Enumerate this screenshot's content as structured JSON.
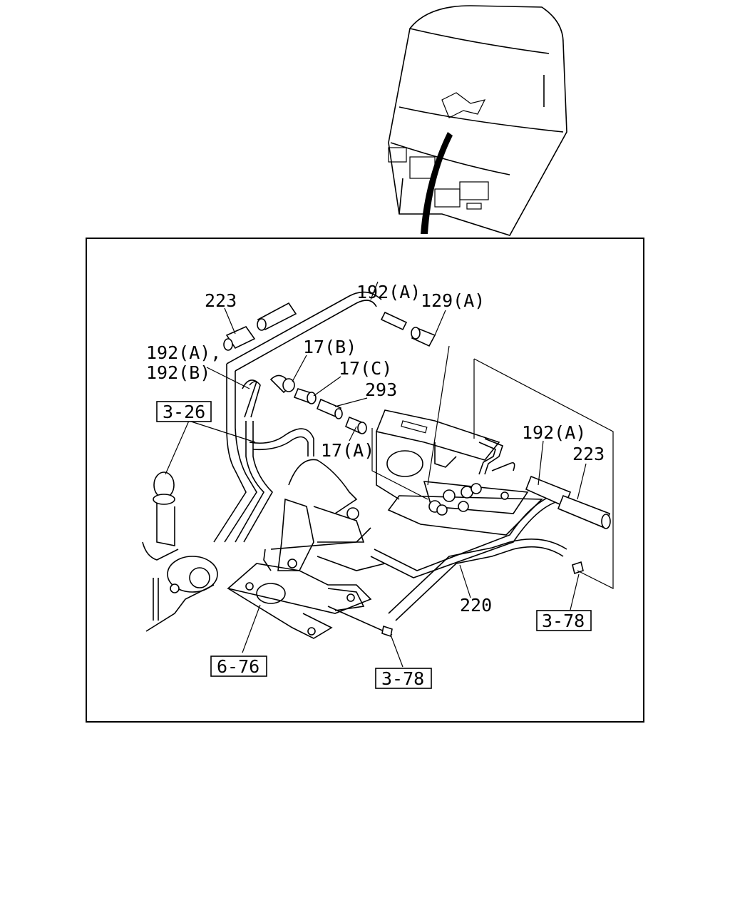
{
  "labels": {
    "hose_192a_top": "192(A)",
    "part_223_left": "223",
    "part_129a": "129(A)",
    "hose_192a_192b_line1": "192(A),",
    "hose_192a_192b_line2": "192(B)",
    "part_17b": "17(B)",
    "part_17c": "17(C)",
    "part_293": "293",
    "part_17a": "17(A)",
    "hose_192a_right": "192(A)",
    "part_223_right": "223",
    "part_220": "220"
  },
  "refs": {
    "ref_3_26": "3-26",
    "ref_6_76": "6-76",
    "ref_3_78_bottom": "3-78",
    "ref_3_78_right": "3-78"
  }
}
